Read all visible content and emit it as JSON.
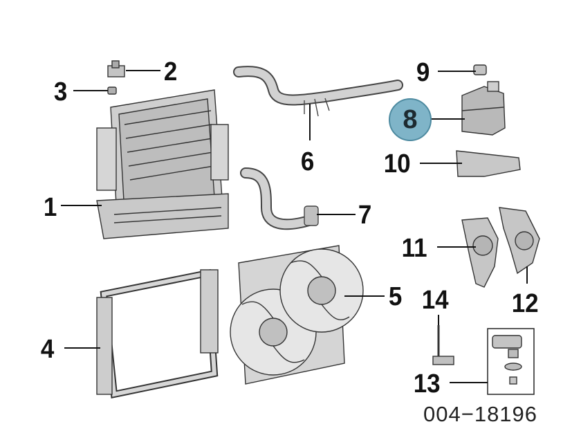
{
  "callouts": {
    "n1": "1",
    "n2": "2",
    "n3": "3",
    "n4": "4",
    "n5": "5",
    "n6": "6",
    "n7": "7",
    "n8": "8",
    "n9": "9",
    "n10": "10",
    "n11": "11",
    "n12": "12",
    "n13": "13",
    "n14": "14"
  },
  "highlight": {
    "callout": "8",
    "color": "#7fb4c8"
  },
  "diagram_code": "004−18196"
}
